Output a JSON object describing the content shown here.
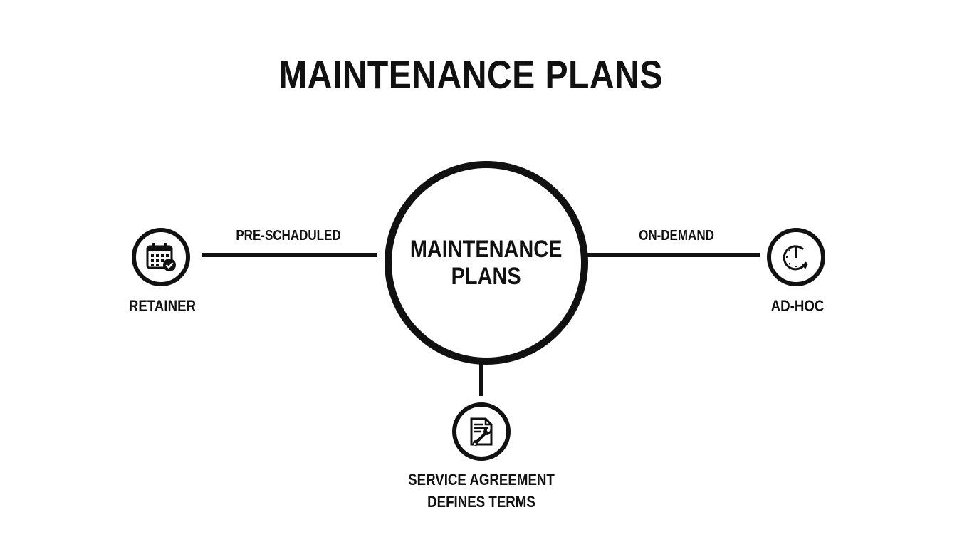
{
  "title": "MAINTENANCE PLANS",
  "center_node": {
    "line1": "MAINTENANCE",
    "line2": "PLANS"
  },
  "nodes": {
    "left": {
      "label": "RETAINER",
      "icon": "calendar-check-icon"
    },
    "right": {
      "label": "AD-HOC",
      "icon": "stopwatch-icon"
    },
    "bottom": {
      "line1": "SERVICE AGREEMENT",
      "line2": "DEFINES TERMS",
      "icon": "document-wrench-icon"
    }
  },
  "edges": {
    "left": "PRE-SCHADULED",
    "right": "ON-DEMAND"
  },
  "colors": {
    "ink": "#111111",
    "background": "#ffffff"
  }
}
